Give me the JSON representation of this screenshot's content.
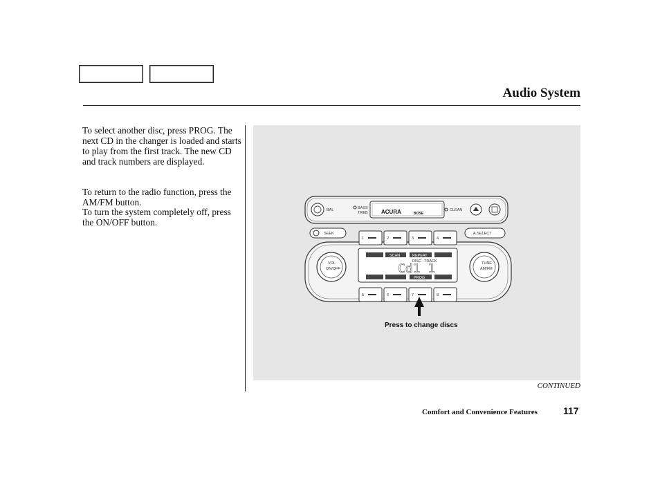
{
  "header": {
    "title": "Audio System"
  },
  "body": {
    "paragraph1": "To select another disc, press PROG. The next CD in the changer is loaded and starts to play from the first track. The new CD and track numbers are displayed.",
    "paragraph2": "To return to the radio function, press the AM/FM button.",
    "paragraph3": "To turn the system completely off, press the ON/OFF button."
  },
  "figure": {
    "callout": "Press to change discs",
    "panel_labels": {
      "bal": "BAL",
      "bass": "BASS",
      "treb": "TREB",
      "brand": "ACURA",
      "brand2": "BOSE",
      "clean": "CLEAN",
      "seek": "SEEK",
      "aselect": "A.SELECT",
      "vol": "VOL",
      "onoff": "ON/OFF",
      "tune": "TUNE",
      "amfm": "AM/FM",
      "scan": "SCAN",
      "repeat": "REPEAT",
      "disc": "DISC",
      "track": "TRACK",
      "prog": "PROG",
      "display": "Cd1  1",
      "presets_top": [
        "1",
        "2",
        "3",
        "4"
      ],
      "presets_bottom": [
        "5",
        "6",
        "7",
        "8"
      ]
    }
  },
  "footer": {
    "continued": "CONTINUED",
    "section": "Comfort and Convenience Features",
    "page_number": "117"
  }
}
